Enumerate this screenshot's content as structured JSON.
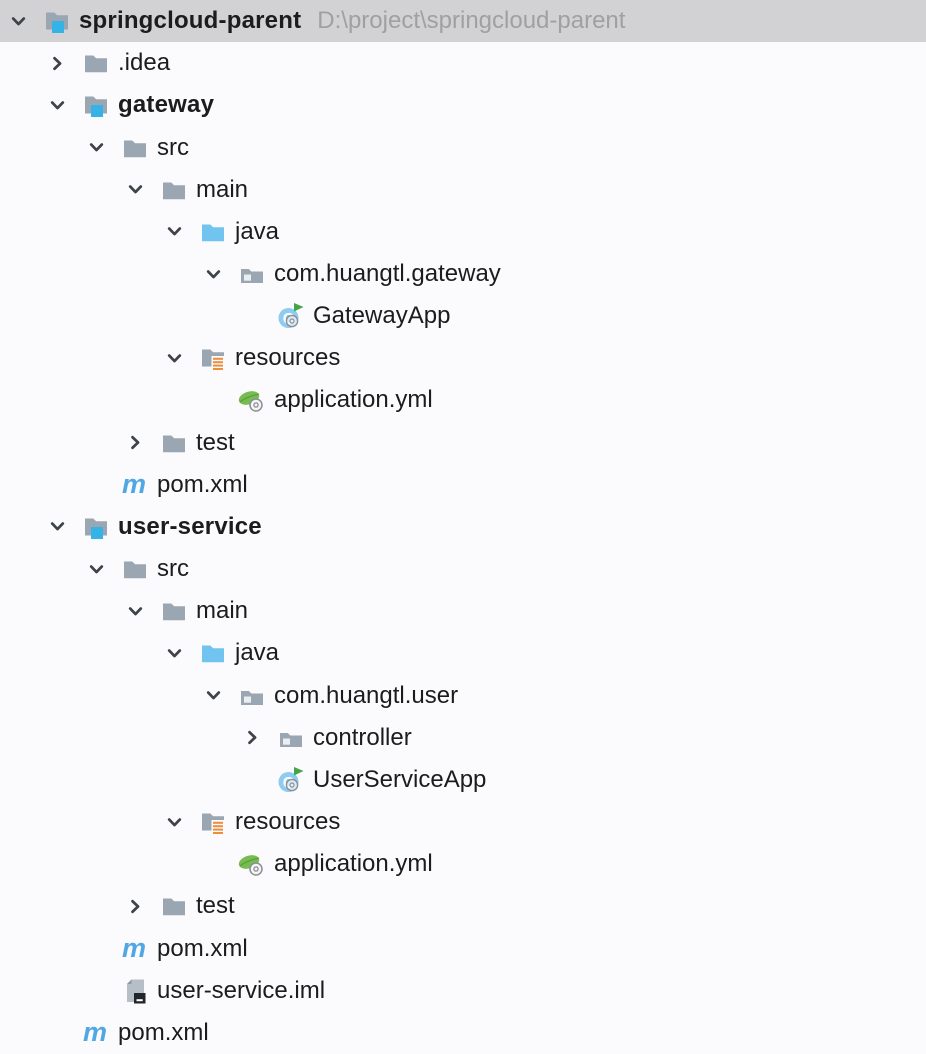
{
  "app": "intellij-project-tree",
  "colors": {
    "background": "#FBFAFC",
    "selected_row": "#D2D2D4",
    "text": "#1C1C1C",
    "path_text": "#A0A0A0",
    "folder_gray": "#9AA6B1",
    "source_folder_blue": "#70C4EF",
    "module_square_blue": "#35B2E6",
    "maven_blue": "#4FA7E3",
    "resources_orange": "#EE8E3A",
    "spring_green": "#77BC51"
  },
  "tree": {
    "rows": [
      {
        "label": "springcloud-parent",
        "path": "D:\\project\\springcloud-parent",
        "level": 0,
        "chevron": "expanded",
        "icon": "module-folder-icon",
        "bold": true,
        "selected": true
      },
      {
        "label": ".idea",
        "level": 1,
        "chevron": "collapsed",
        "icon": "folder-icon",
        "bold": false,
        "selected": false
      },
      {
        "label": "gateway",
        "level": 1,
        "chevron": "expanded",
        "icon": "module-folder-icon",
        "bold": true,
        "selected": false
      },
      {
        "label": "src",
        "level": 2,
        "chevron": "expanded",
        "icon": "folder-icon",
        "bold": false,
        "selected": false
      },
      {
        "label": "main",
        "level": 3,
        "chevron": "expanded",
        "icon": "folder-icon",
        "bold": false,
        "selected": false
      },
      {
        "label": "java",
        "level": 4,
        "chevron": "expanded",
        "icon": "source-folder-icon",
        "bold": false,
        "selected": false
      },
      {
        "label": "com.huangtl.gateway",
        "level": 5,
        "chevron": "expanded",
        "icon": "package-icon",
        "bold": false,
        "selected": false
      },
      {
        "label": "GatewayApp",
        "level": 6,
        "chevron": "none",
        "icon": "class-run-icon",
        "bold": false,
        "selected": false
      },
      {
        "label": "resources",
        "level": 4,
        "chevron": "expanded",
        "icon": "resources-folder-icon",
        "bold": false,
        "selected": false
      },
      {
        "label": "application.yml",
        "level": 5,
        "chevron": "none",
        "icon": "spring-config-icon",
        "bold": false,
        "selected": false
      },
      {
        "label": "test",
        "level": 3,
        "chevron": "collapsed",
        "icon": "folder-icon",
        "bold": false,
        "selected": false
      },
      {
        "label": "pom.xml",
        "level": 2,
        "chevron": "none",
        "icon": "maven-icon",
        "bold": false,
        "selected": false
      },
      {
        "label": "user-service",
        "level": 1,
        "chevron": "expanded",
        "icon": "module-folder-icon",
        "bold": true,
        "selected": false
      },
      {
        "label": "src",
        "level": 2,
        "chevron": "expanded",
        "icon": "folder-icon",
        "bold": false,
        "selected": false
      },
      {
        "label": "main",
        "level": 3,
        "chevron": "expanded",
        "icon": "folder-icon",
        "bold": false,
        "selected": false
      },
      {
        "label": "java",
        "level": 4,
        "chevron": "expanded",
        "icon": "source-folder-icon",
        "bold": false,
        "selected": false
      },
      {
        "label": "com.huangtl.user",
        "level": 5,
        "chevron": "expanded",
        "icon": "package-icon",
        "bold": false,
        "selected": false
      },
      {
        "label": "controller",
        "level": 6,
        "chevron": "collapsed",
        "icon": "package-icon",
        "bold": false,
        "selected": false
      },
      {
        "label": "UserServiceApp",
        "level": 6,
        "chevron": "none",
        "icon": "class-run-icon",
        "bold": false,
        "selected": false
      },
      {
        "label": "resources",
        "level": 4,
        "chevron": "expanded",
        "icon": "resources-folder-icon",
        "bold": false,
        "selected": false
      },
      {
        "label": "application.yml",
        "level": 5,
        "chevron": "none",
        "icon": "spring-config-icon",
        "bold": false,
        "selected": false
      },
      {
        "label": "test",
        "level": 3,
        "chevron": "collapsed",
        "icon": "folder-icon",
        "bold": false,
        "selected": false
      },
      {
        "label": "pom.xml",
        "level": 2,
        "chevron": "none",
        "icon": "maven-icon",
        "bold": false,
        "selected": false
      },
      {
        "label": "user-service.iml",
        "level": 2,
        "chevron": "none",
        "icon": "iml-file-icon",
        "bold": false,
        "selected": false
      },
      {
        "label": "pom.xml",
        "level": 1,
        "chevron": "none",
        "icon": "maven-icon",
        "bold": false,
        "selected": false
      }
    ]
  }
}
